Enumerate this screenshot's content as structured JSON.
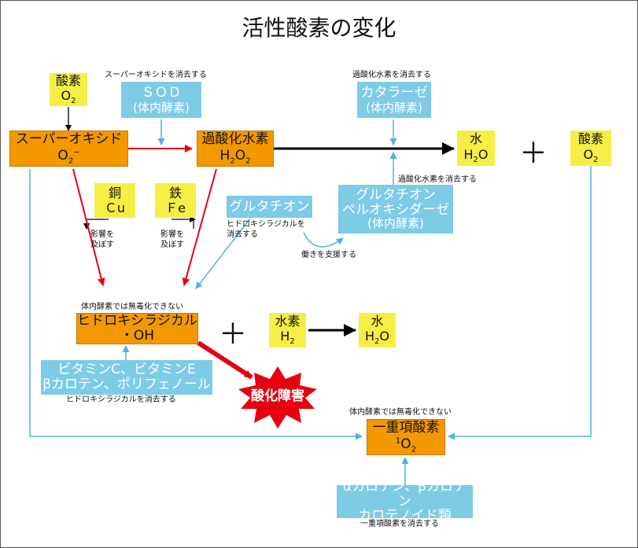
{
  "title": "活性酸素の変化",
  "o2_top": {
    "label": "酸素",
    "formula": "O",
    "formula_sub": "2"
  },
  "superoxide": {
    "label": "スーパーオキシド",
    "formula": "O",
    "formula_sub": "2",
    "formula_sup": "−"
  },
  "sod": {
    "line1": "ＳＯＤ",
    "line2": "(体内酵素)",
    "note": "スーパーオキシドを消去する"
  },
  "h2o2": {
    "label": "過酸化水素",
    "formula_parts": [
      "H",
      "2",
      "O",
      "2"
    ]
  },
  "catalase": {
    "line1": "カタラーゼ",
    "line2": "(体内酵素)",
    "note": "過酸化水素を消去する"
  },
  "water_top": {
    "label": "水",
    "formula_parts": [
      "H",
      "2",
      "O"
    ]
  },
  "o2_right": {
    "label": "酸素",
    "formula": "O",
    "formula_sub": "2"
  },
  "copper": {
    "label": "銅",
    "symbol": "Ｃu",
    "note_l1": "影響を",
    "note_l2": "及ぼす"
  },
  "iron": {
    "label": "鉄",
    "symbol": "Ｆe",
    "note_l1": "影響を",
    "note_l2": "及ぼす"
  },
  "glutathione": {
    "label": "グルタチオン",
    "note_l1": "ヒドロキシラジカルを",
    "note_l2": "消去する"
  },
  "gpx": {
    "line1": "グルタチオン",
    "line2": "ペルオキシダーゼ",
    "line3": "(体内酵素)",
    "note": "過酸化水素を消去する",
    "support_note": "働きを支援する"
  },
  "hydroxyl": {
    "label": "ヒドロキシラジカル",
    "formula": "・OH",
    "note": "体内酵素では無毒化できない"
  },
  "hydrogen": {
    "label": "水素",
    "formula": "H",
    "formula_sub": "2"
  },
  "water_mid": {
    "label": "水",
    "formula_parts": [
      "H",
      "2",
      "O"
    ]
  },
  "vitamins": {
    "line1": "ビタミンC、ビタミンE",
    "line2": "βカロテン、ポリフェノール",
    "note": "ヒドロキシラジカルを消去する"
  },
  "oxidative_damage": {
    "label": "酸化障害"
  },
  "singlet_oxygen": {
    "label": "一重項酸素",
    "formula_sup": "1",
    "formula": "O",
    "formula_sub": "2",
    "note": "体内酵素では無毒化できない"
  },
  "carotenoids": {
    "line1": "αカロテン、βカロテン",
    "line2": "カロテノイド類",
    "note": "一重項酸素を消去する"
  },
  "plus_sign": "＋",
  "colors": {
    "orange": "#f39800",
    "yellow": "#f6ee45",
    "blue": "#7ecbe6",
    "red_arrow": "#e60012",
    "blue_arrow": "#4fb3e0",
    "black_arrow": "#000000"
  }
}
